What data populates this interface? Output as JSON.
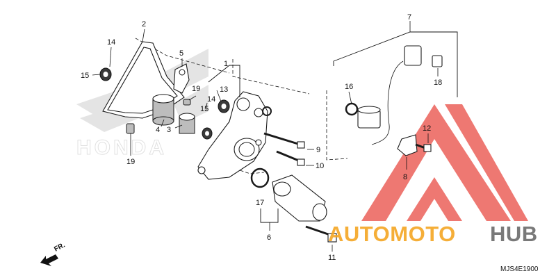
{
  "diagram": {
    "callouts": [
      "1",
      "2",
      "3",
      "4",
      "5",
      "6",
      "7",
      "8",
      "9",
      "10",
      "11",
      "12",
      "13",
      "14",
      "15",
      "16",
      "17",
      "18",
      "19"
    ],
    "second_callouts": {
      "14": "14",
      "15": "15",
      "19": "19"
    },
    "drawing_code": "MJS4E1900",
    "direction_label": "FR."
  },
  "watermark": {
    "brand_part1": "AUTOMOTO",
    "brand_part2": "HUB",
    "background_logo": "HONDA",
    "colors": {
      "orange": "#f5a623",
      "grey": "#6b6b6b",
      "red": "#e8453c"
    }
  }
}
